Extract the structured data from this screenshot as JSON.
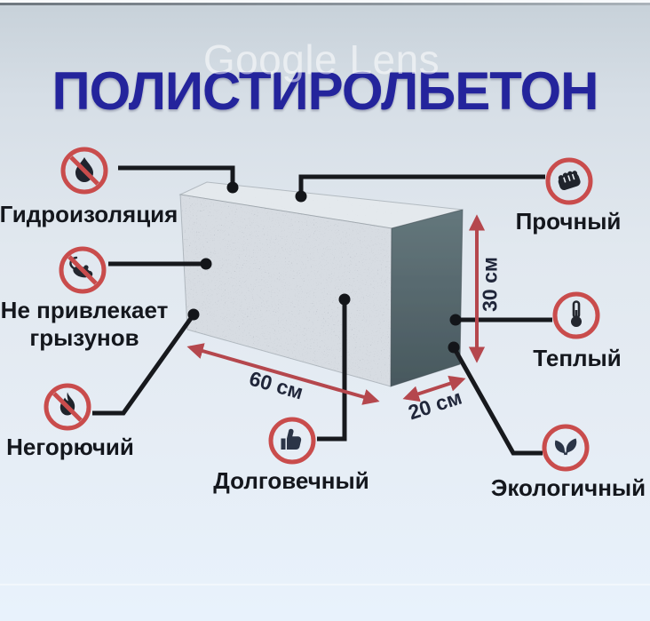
{
  "page": {
    "title": "ПОЛИСТИРОЛБЕТОН",
    "watermark": "Google Lens"
  },
  "dimensions": {
    "width_label": "60 см",
    "depth_label": "20 см",
    "height_label": "30 см"
  },
  "features": [
    {
      "id": "waterproofing",
      "label": "Гидроизоляция",
      "icon": "no-water-drop",
      "prohibition": true
    },
    {
      "id": "rodents",
      "label": "Не привлекает грызунов",
      "label_lines": [
        "Не привлекает",
        "грызунов"
      ],
      "icon": "no-rodent",
      "prohibition": true
    },
    {
      "id": "fireproof",
      "label": "Негорючий",
      "icon": "no-flame",
      "prohibition": true
    },
    {
      "id": "durable",
      "label": "Долговечный",
      "icon": "thumbs-up",
      "prohibition": false
    },
    {
      "id": "strong",
      "label": "Прочный",
      "icon": "fist",
      "prohibition": false
    },
    {
      "id": "warm",
      "label": "Теплый",
      "icon": "thermometer",
      "prohibition": false
    },
    {
      "id": "eco",
      "label": "Экологичный",
      "icon": "leaves",
      "prohibition": false
    }
  ],
  "colors": {
    "title_blue": "#24249c",
    "accent_red": "#c94c4c",
    "arrow_red": "#b5474d",
    "line_black": "#17191d",
    "label_black": "#14171d",
    "block_side_dark": "#54666c"
  }
}
